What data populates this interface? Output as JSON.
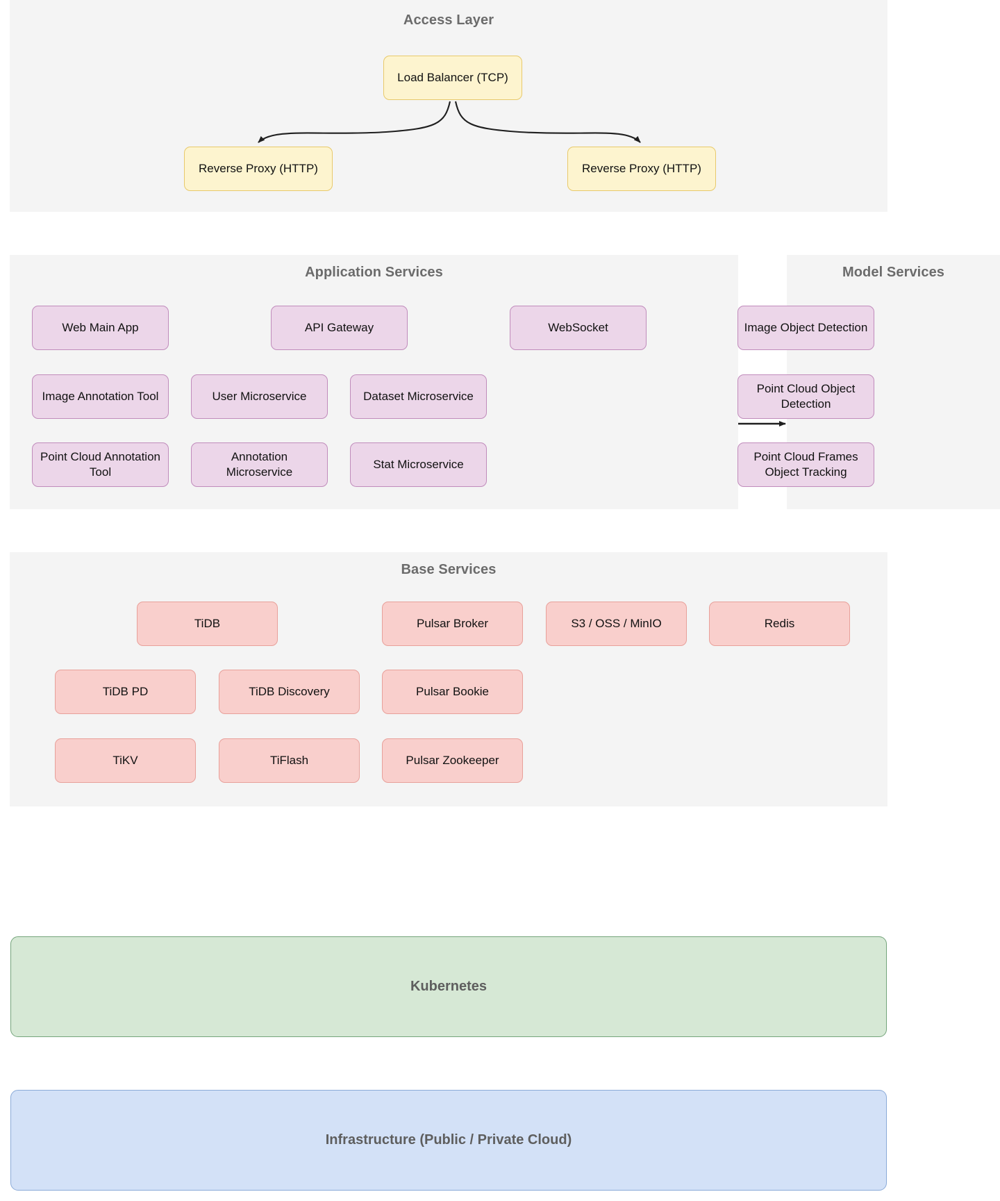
{
  "diagram": {
    "title_text_color": "#6b6b6b",
    "panel_bg": "#f4f4f4",
    "colors": {
      "access_fill": "#fdf4cf",
      "access_stroke": "#e8c96a",
      "service_fill": "#ecd6e9",
      "service_stroke": "#c08bbb",
      "base_fill": "#f9cfcc",
      "base_stroke": "#e8a09a",
      "kubernetes_fill": "#d6e8d5",
      "kubernetes_stroke": "#74a47b",
      "infrastructure_fill": "#d3e1f7",
      "infrastructure_stroke": "#8aaad8",
      "edge_stroke": "#1f1f1f"
    }
  },
  "access_layer": {
    "title": "Access Layer",
    "load_balancer": "Load Balancer (TCP)",
    "reverse_proxy_left": "Reverse Proxy (HTTP)",
    "reverse_proxy_right": "Reverse Proxy (HTTP)"
  },
  "application_services": {
    "title": "Application Services",
    "nodes": [
      {
        "label": "Web Main App"
      },
      {
        "label": "API Gateway"
      },
      {
        "label": "WebSocket"
      },
      {
        "label": "Image Annotation Tool"
      },
      {
        "label": "User Microservice"
      },
      {
        "label": "Dataset Microservice"
      },
      {
        "label": "Point Cloud Annotation Tool"
      },
      {
        "label": "Annotation Microservice"
      },
      {
        "label": "Stat Microservice"
      }
    ]
  },
  "model_services": {
    "title": "Model Services",
    "nodes": [
      {
        "label": "Image Object Detection"
      },
      {
        "label": "Point Cloud Object Detection"
      },
      {
        "label": "Point Cloud Frames Object Tracking"
      }
    ]
  },
  "base_services": {
    "title": "Base Services",
    "nodes": [
      {
        "label": "TiDB"
      },
      {
        "label": "Pulsar Broker"
      },
      {
        "label": "S3 / OSS / MinIO"
      },
      {
        "label": "Redis"
      },
      {
        "label": "TiDB PD"
      },
      {
        "label": "TiDB Discovery"
      },
      {
        "label": "Pulsar Bookie"
      },
      {
        "label": "TiKV"
      },
      {
        "label": "TiFlash"
      },
      {
        "label": "Pulsar Zookeeper"
      }
    ]
  },
  "platform": {
    "kubernetes": "Kubernetes",
    "infrastructure": "Infrastructure (Public / Private Cloud)"
  }
}
